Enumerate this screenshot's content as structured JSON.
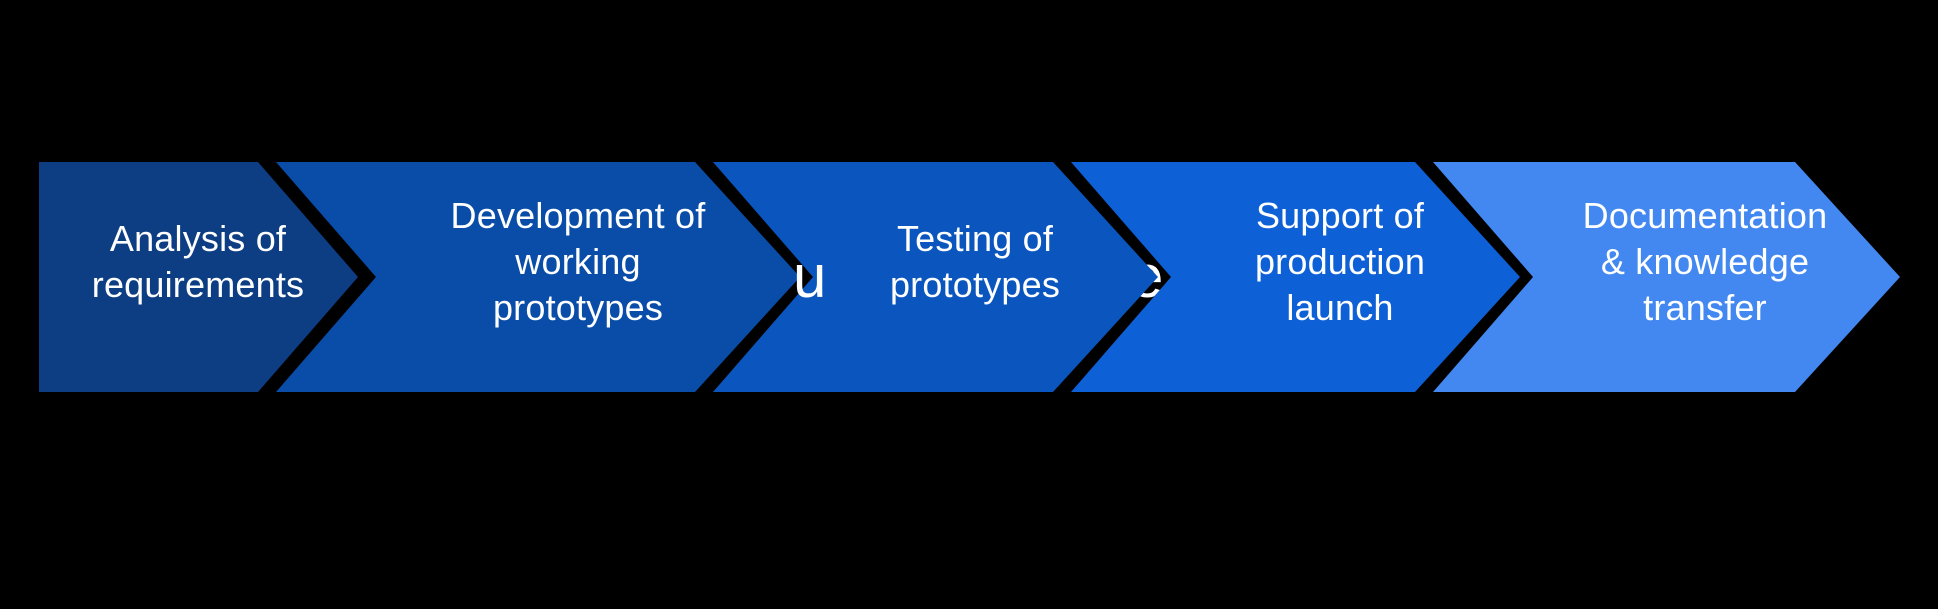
{
  "diagram": {
    "type": "process-flow-chevrons",
    "background_color": "#000000",
    "text_color": "#FFFFFF",
    "steps": [
      {
        "label": "Analysis of requirements",
        "lines": [
          "Analysis of",
          "requirements"
        ],
        "color": "#0D3D82"
      },
      {
        "label": "Development of working prototypes",
        "lines": [
          "Development of",
          "working",
          "prototypes"
        ],
        "color": "#0A4DA9"
      },
      {
        "label": "Testing of prototypes",
        "lines": [
          "Testing of",
          "prototypes"
        ],
        "color": "#0B56BE"
      },
      {
        "label": "Support of production launch",
        "lines": [
          "Support of",
          "production",
          "launch"
        ],
        "color": "#0E60D6"
      },
      {
        "label": "Documentation & knowledge transfer",
        "lines": [
          "Documentation",
          "& knowledge",
          "transfer"
        ],
        "color": "#4388F0"
      }
    ],
    "occluded_fragments": [
      {
        "text": "u"
      },
      {
        "text": "e"
      }
    ]
  }
}
